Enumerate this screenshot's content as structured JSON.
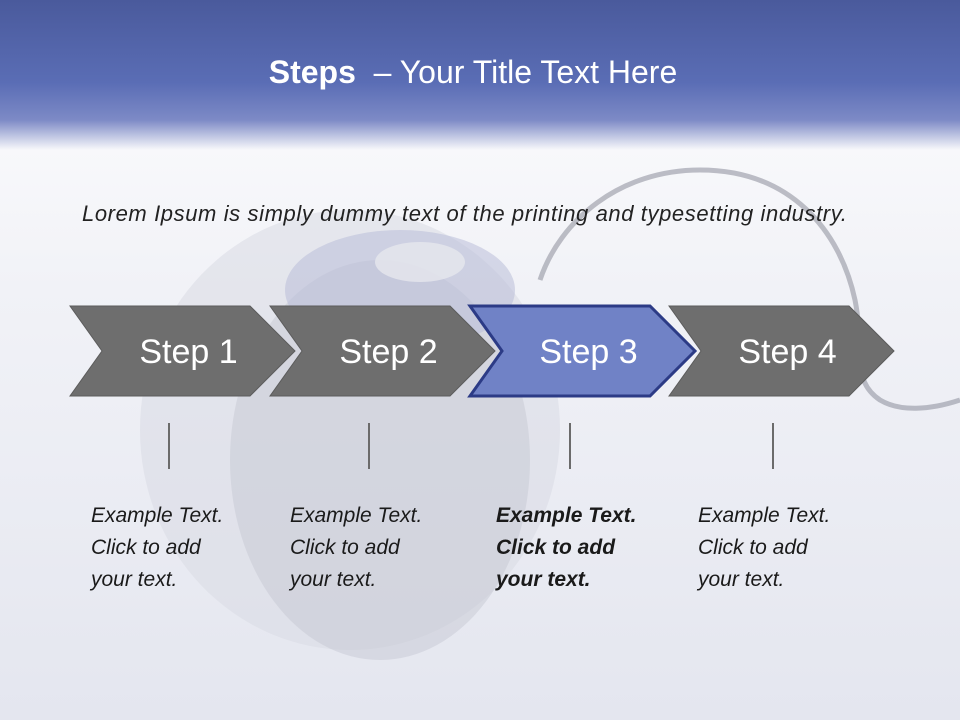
{
  "title": {
    "bold_part": "Steps",
    "rest": "  – Your Title Text Here"
  },
  "intro": "Lorem Ipsum is simply dummy text of the printing and typesetting industry.",
  "steps": [
    {
      "label": "Step 1",
      "active": false
    },
    {
      "label": "Step 2",
      "active": false
    },
    {
      "label": "Step 3",
      "active": true
    },
    {
      "label": "Step 4",
      "active": false
    }
  ],
  "descriptions": [
    "Example Text.\nClick  to add\nyour text.",
    "Example Text.\nClick  to add\nyour text.",
    "Example Text.\nClick  to add\nyour text.",
    "Example Text.\nClick  to add\nyour text."
  ],
  "colors": {
    "header": "#5a6db5",
    "step_default": "#6e6e6e",
    "step_active": "#7082c6",
    "step_active_border": "#2c3b86"
  }
}
